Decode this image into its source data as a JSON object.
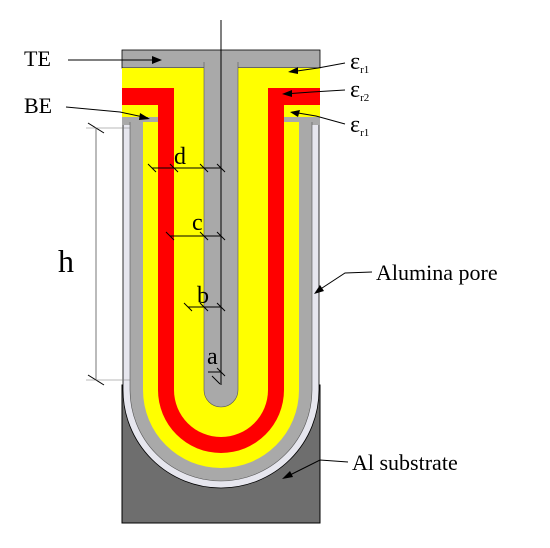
{
  "labels": {
    "te": "TE",
    "be": "BE",
    "h": "h",
    "eps_top": {
      "sym": "ε",
      "sub": "r1"
    },
    "eps_mid": {
      "sym": "ε",
      "sub": "r2"
    },
    "eps_bot": {
      "sym": "ε",
      "sub": "r1"
    },
    "alumina": "Alumina pore",
    "al_sub": "Al substrate",
    "points": [
      "d",
      "c",
      "b",
      "a"
    ]
  },
  "colors": {
    "substrate": "#6e6e6e",
    "alumina": "#e6e6ee",
    "electrode": "#a9a9a9",
    "dielectric_r1": "#ffff00",
    "dielectric_r2": "#ff0000",
    "outline": "#000000"
  }
}
